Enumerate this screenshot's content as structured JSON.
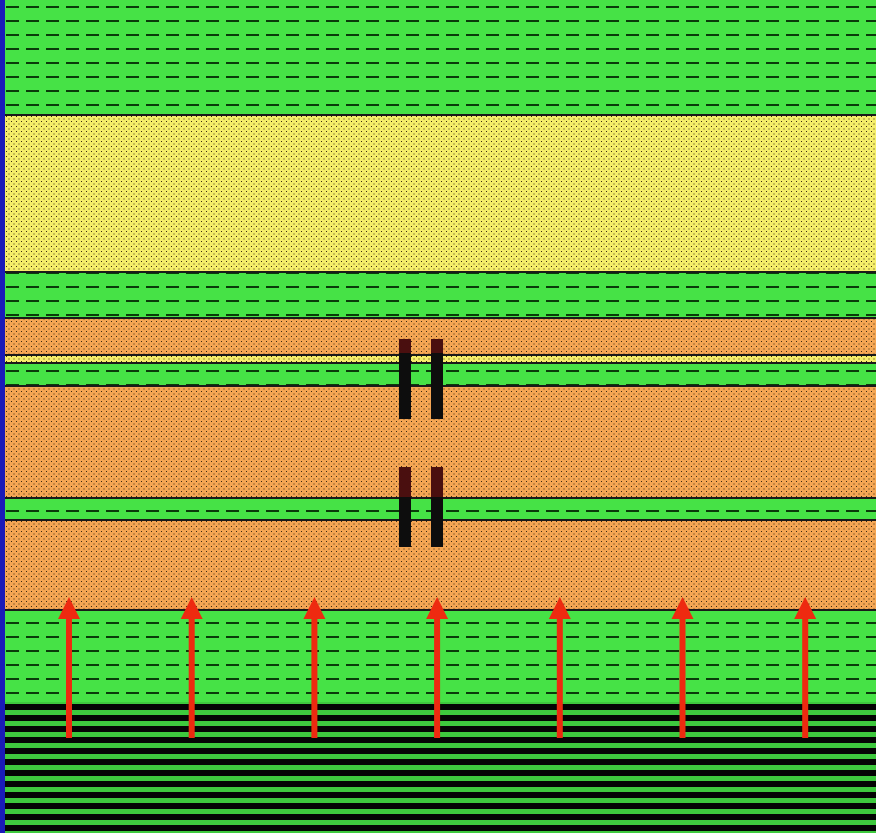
{
  "colors": {
    "left_border": "#1a1ab8",
    "shale_green": "#46e246",
    "dash_dark": "#0a3a0a",
    "sand_light": "#f5ee6a",
    "sand_orange": "#f5a654",
    "dot_color": "#3a2a10",
    "boundary": "#1a1a1a",
    "source_stripe_dark": "#050505",
    "source_stripe_green": "#3ec93e",
    "well_color": "#0d0d0d",
    "well_top": "#4a0f0f",
    "arrow_color": "#ee2a10"
  },
  "layers": [
    {
      "id": "shale-top",
      "lithology": "shale"
    },
    {
      "id": "sandstone-light",
      "lithology": "sandstone-light"
    },
    {
      "id": "shale-2",
      "lithology": "shale"
    },
    {
      "id": "sandstone-orange-1",
      "lithology": "sandstone"
    },
    {
      "id": "sand-thin",
      "lithology": "sandstone-light"
    },
    {
      "id": "shale-3",
      "lithology": "shale"
    },
    {
      "id": "sandstone-orange-2",
      "lithology": "sandstone"
    },
    {
      "id": "shale-4",
      "lithology": "shale"
    },
    {
      "id": "sandstone-orange-3",
      "lithology": "sandstone"
    },
    {
      "id": "shale-5",
      "lithology": "shale"
    },
    {
      "id": "source-rock",
      "lithology": "source"
    }
  ],
  "wells": [
    {
      "id": "upper-left"
    },
    {
      "id": "upper-right"
    },
    {
      "id": "lower-left"
    },
    {
      "id": "lower-right"
    }
  ],
  "arrows": {
    "count": 7,
    "direction": "up",
    "icon": "up-arrow-icon"
  }
}
